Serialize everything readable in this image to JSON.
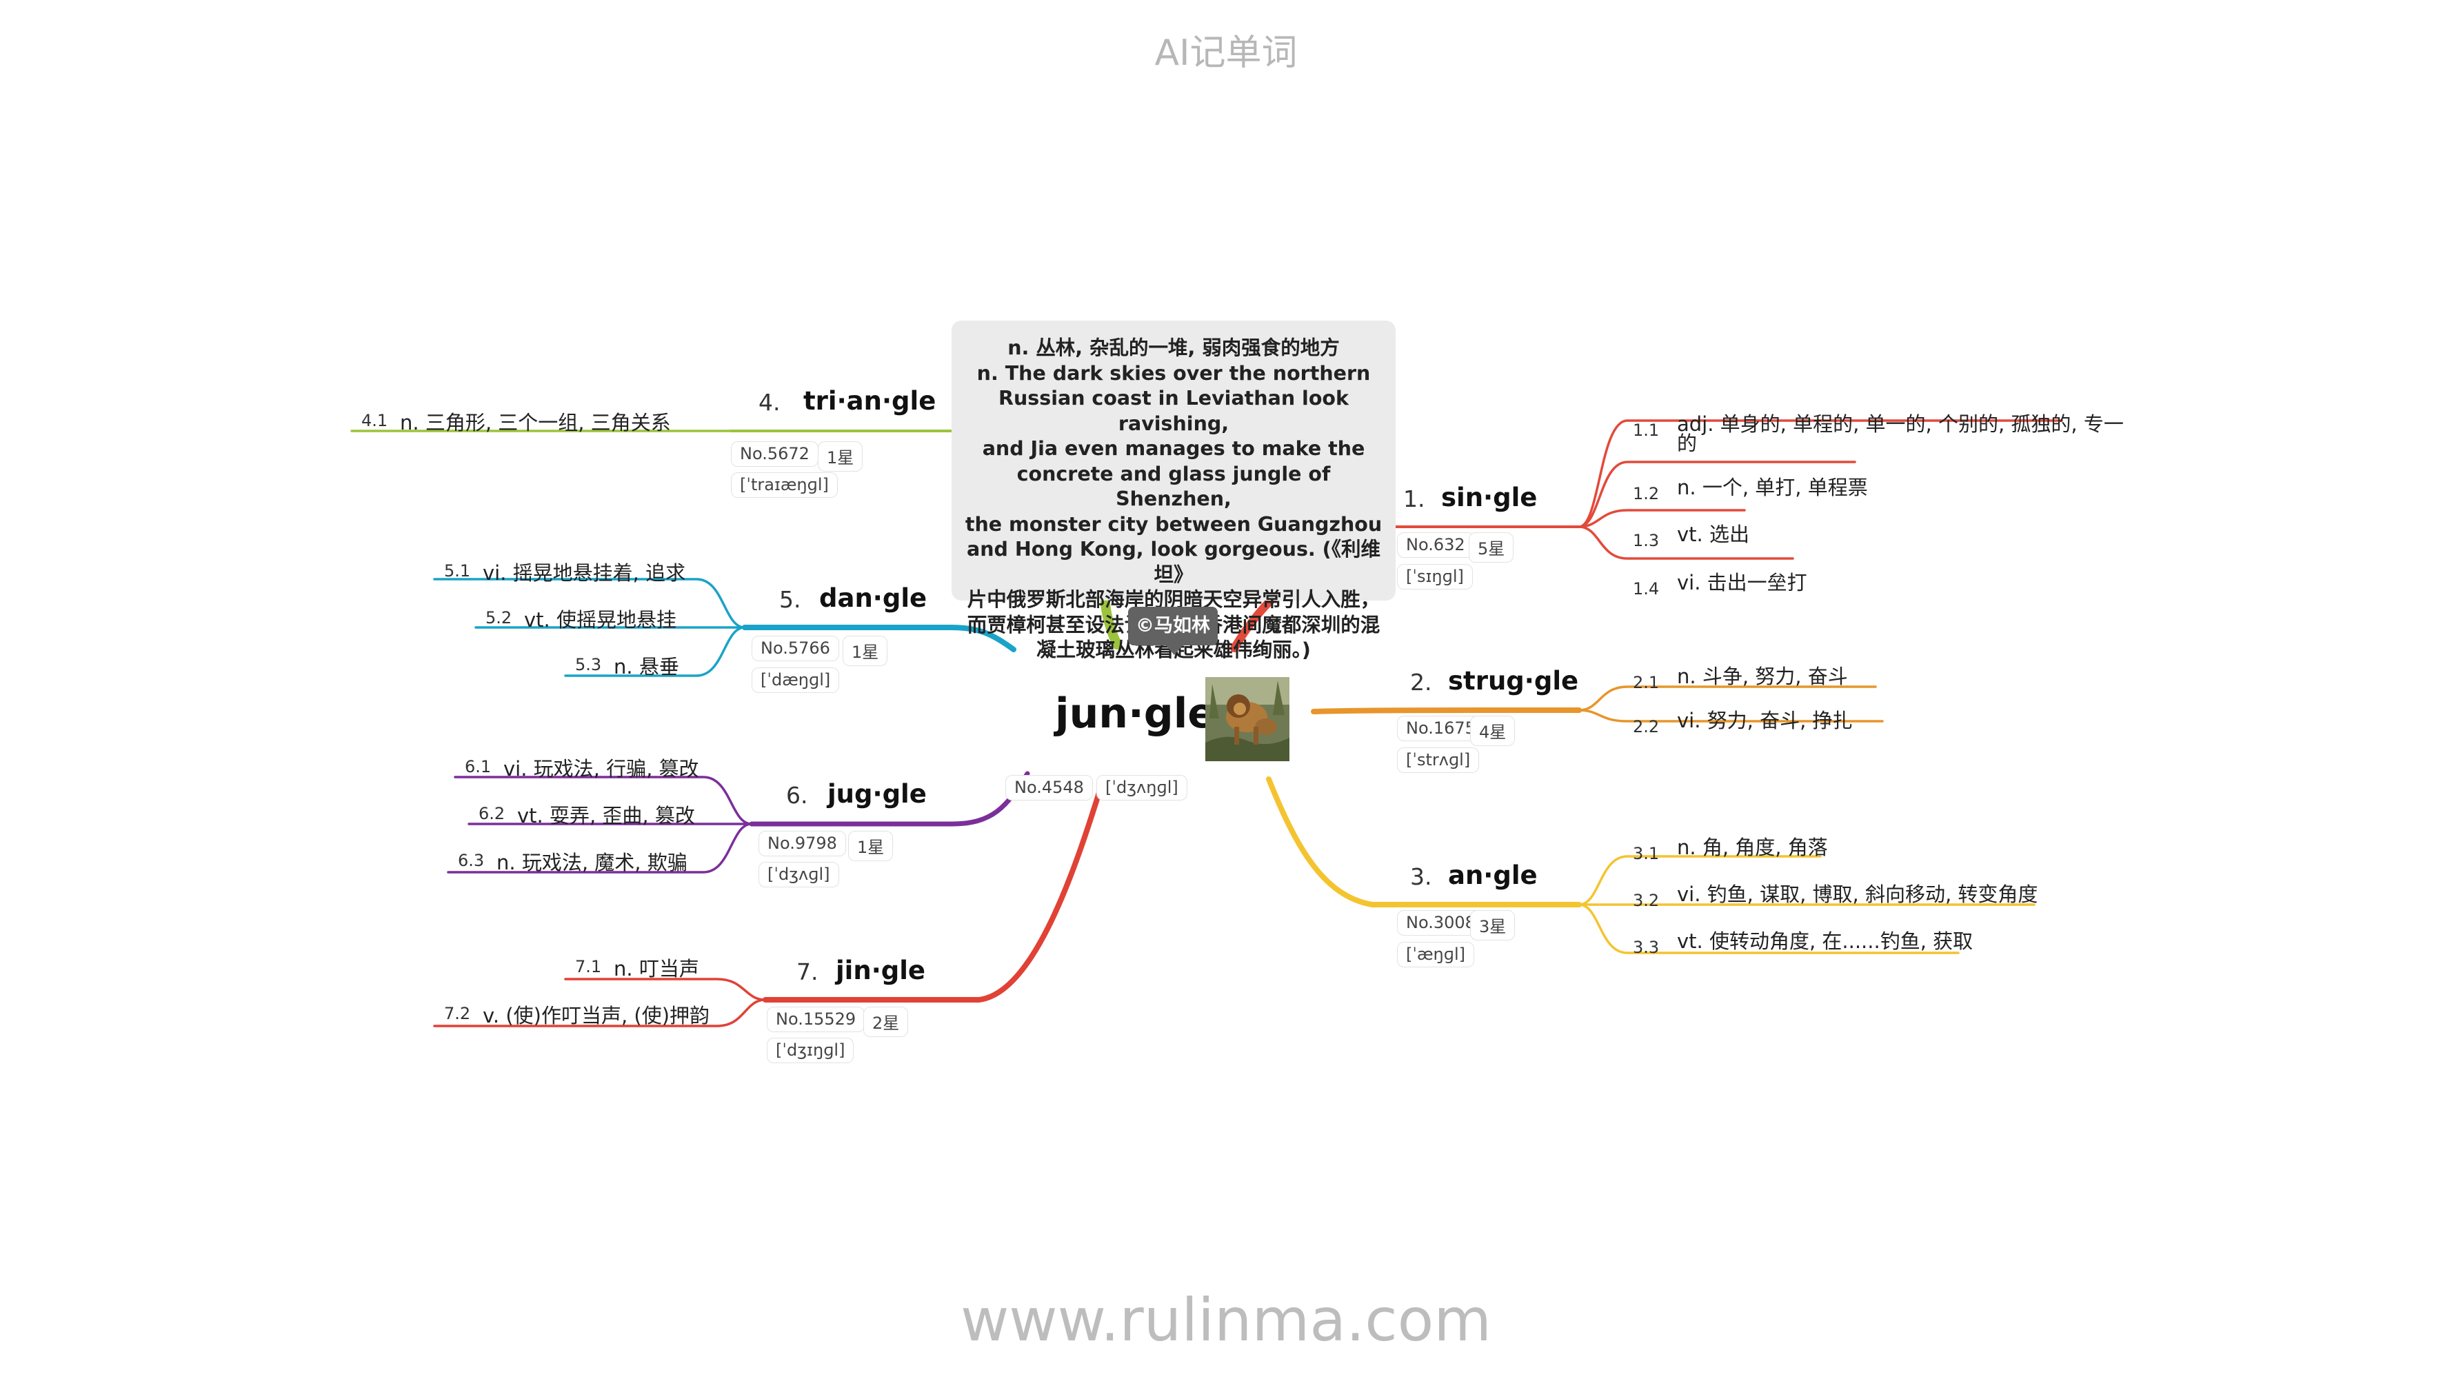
{
  "page": {
    "title": "AI记单词",
    "footer": "www.rulinma.com"
  },
  "root": {
    "word": "jun·gle",
    "rank": "No.4548",
    "phonetic": "[ˈdʒʌŋɡl]",
    "callout_lines": [
      "n. 丛林, 杂乱的一堆, 弱肉强食的地方",
      "n. The dark skies over the northern",
      "Russian coast in Leviathan look ravishing,",
      "and Jia even manages to make the",
      "concrete and glass jungle of Shenzhen,",
      "the monster city between Guangzhou",
      "and Hong Kong, look gorgeous. (《利维坦》",
      "片中俄罗斯北部海岸的阴暗天空异常引人入胜，",
      "而贾樟柯甚至设法让广州和香港间魔都深圳的混",
      "凝土玻璃丛林看起来雄伟绚丽。)"
    ],
    "author": "©马如林"
  },
  "colors": {
    "single": "#e24a3b",
    "struggle": "#e8952c",
    "angle": "#f4c430",
    "triangle": "#9cc33c",
    "dangle": "#1aa3c8",
    "juggle": "#7b2f9a",
    "jingle": "#e04236"
  },
  "branches": [
    {
      "id": "single",
      "index": "1.",
      "word": "sin·gle",
      "rank": "No.632",
      "stars": "5星",
      "phonetic": "[ˈsɪŋɡl]",
      "senses": [
        {
          "num": "1.1",
          "lines": [
            "adj. 单身的, 单程的, 单一的, 个别的, 孤独的, 专一",
            "的"
          ]
        },
        {
          "num": "1.2",
          "lines": [
            "n. 一个, 单打, 单程票"
          ]
        },
        {
          "num": "1.3",
          "lines": [
            "vt. 选出"
          ]
        },
        {
          "num": "1.4",
          "lines": [
            "vi. 击出一垒打"
          ]
        }
      ]
    },
    {
      "id": "struggle",
      "index": "2.",
      "word": "strug·gle",
      "rank": "No.1675",
      "stars": "4星",
      "phonetic": "[ˈstrʌɡl]",
      "senses": [
        {
          "num": "2.1",
          "lines": [
            "n. 斗争, 努力, 奋斗"
          ]
        },
        {
          "num": "2.2",
          "lines": [
            "vi. 努力, 奋斗, 挣扎"
          ]
        }
      ]
    },
    {
      "id": "angle",
      "index": "3.",
      "word": "an·gle",
      "rank": "No.3008",
      "stars": "3星",
      "phonetic": "[ˈæŋɡl]",
      "senses": [
        {
          "num": "3.1",
          "lines": [
            "n. 角, 角度, 角落"
          ]
        },
        {
          "num": "3.2",
          "lines": [
            "vi. 钓鱼, 谋取, 博取, 斜向移动, 转变角度"
          ]
        },
        {
          "num": "3.3",
          "lines": [
            "vt. 使转动角度, 在......钓鱼, 获取"
          ]
        }
      ]
    },
    {
      "id": "triangle",
      "index": "4.",
      "word": "tri·an·gle",
      "rank": "No.5672",
      "stars": "1星",
      "phonetic": "[ˈtraɪæŋɡl]",
      "senses": [
        {
          "num": "4.1",
          "lines": [
            "n. 三角形, 三个一组, 三角关系"
          ]
        }
      ]
    },
    {
      "id": "dangle",
      "index": "5.",
      "word": "dan·gle",
      "rank": "No.5766",
      "stars": "1星",
      "phonetic": "[ˈdæŋɡl]",
      "senses": [
        {
          "num": "5.1",
          "lines": [
            "vi. 摇晃地悬挂着, 追求"
          ]
        },
        {
          "num": "5.2",
          "lines": [
            "vt. 使摇晃地悬挂"
          ]
        },
        {
          "num": "5.3",
          "lines": [
            "n. 悬垂"
          ]
        }
      ]
    },
    {
      "id": "juggle",
      "index": "6.",
      "word": "jug·gle",
      "rank": "No.9798",
      "stars": "1星",
      "phonetic": "[ˈdʒʌɡl]",
      "senses": [
        {
          "num": "6.1",
          "lines": [
            "vi. 玩戏法, 行骗, 篡改"
          ]
        },
        {
          "num": "6.2",
          "lines": [
            "vt. 耍弄, 歪曲, 篡改"
          ]
        },
        {
          "num": "6.3",
          "lines": [
            "n. 玩戏法, 魔术, 欺骗"
          ]
        }
      ]
    },
    {
      "id": "jingle",
      "index": "7.",
      "word": "jin·gle",
      "rank": "No.15529",
      "stars": "2星",
      "phonetic": "[ˈdʒɪŋɡl]",
      "senses": [
        {
          "num": "7.1",
          "lines": [
            "n. 叮当声"
          ]
        },
        {
          "num": "7.2",
          "lines": [
            "v. (使)作叮当声, (使)押韵"
          ]
        }
      ]
    }
  ]
}
